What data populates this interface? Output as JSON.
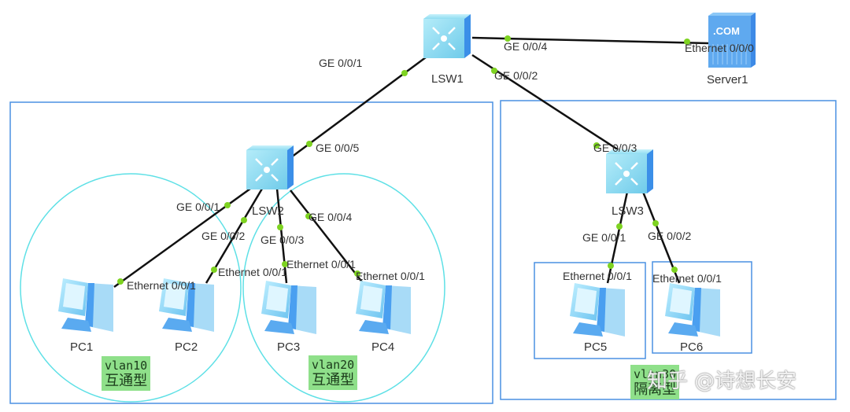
{
  "devices": {
    "lsw1": {
      "name": "LSW1",
      "type": "switch"
    },
    "lsw2": {
      "name": "LSW2",
      "type": "switch"
    },
    "lsw3": {
      "name": "LSW3",
      "type": "switch"
    },
    "server1": {
      "name": "Server1",
      "type": "server",
      "badge": ".COM"
    },
    "pc1": {
      "name": "PC1",
      "type": "pc"
    },
    "pc2": {
      "name": "PC2",
      "type": "pc"
    },
    "pc3": {
      "name": "PC3",
      "type": "pc"
    },
    "pc4": {
      "name": "PC4",
      "type": "pc"
    },
    "pc5": {
      "name": "PC5",
      "type": "pc"
    },
    "pc6": {
      "name": "PC6",
      "type": "pc"
    }
  },
  "ports": {
    "lsw1_g1": "GE 0/0/1",
    "lsw1_g4": "GE 0/0/4",
    "lsw1_g2": "GE 0/0/2",
    "server_eth": "Ethernet 0/0/0",
    "lsw2_g5": "GE 0/0/5",
    "lsw2_g1": "GE 0/0/1",
    "lsw2_g2": "GE 0/0/2",
    "lsw2_g3": "GE 0/0/3",
    "lsw2_g4": "GE 0/0/4",
    "pc1_eth": "Ethernet 0/0/1",
    "pc2_eth": "Ethernet 0/0/1",
    "pc3_eth": "Ethernet 0/0/1",
    "pc4_eth": "Ethernet 0/0/1",
    "lsw3_g3": "GE 0/0/3",
    "lsw3_g1": "GE 0/0/1",
    "lsw3_g2": "GE 0/0/2",
    "pc5_eth": "Ethernet 0/0/1",
    "pc6_eth": "Ethernet 0/0/1"
  },
  "vlans": [
    {
      "vlan": "vlan10",
      "type": "互通型"
    },
    {
      "vlan": "vlan20",
      "type": "互通型"
    },
    {
      "vlan": "vlan30",
      "type": "隔离型"
    }
  ],
  "watermark": "知乎 @诗想长安",
  "colors": {
    "link": "#111111",
    "port_dot": "#7ed321",
    "group_box": "#4a90e2",
    "vlan_circle": "#5ee0e6",
    "vlan_label_bg": "#8fe08a"
  }
}
